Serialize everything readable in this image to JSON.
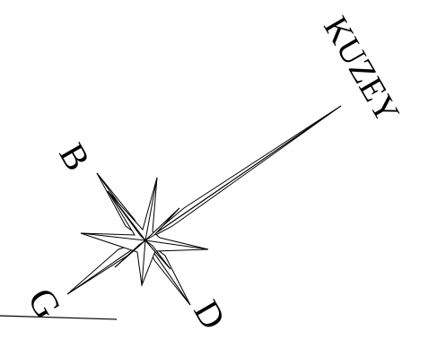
{
  "compass": {
    "north_label": "KUZEY",
    "west_label": "B",
    "east_label": "D",
    "south_label": "G"
  },
  "colors": {
    "ink": "#000000",
    "background": "#ffffff"
  }
}
